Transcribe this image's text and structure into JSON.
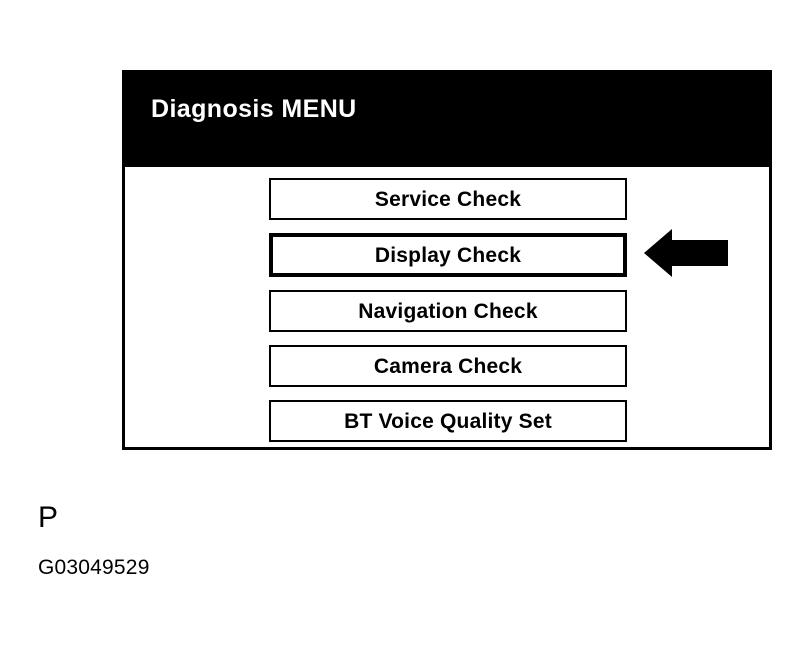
{
  "screen": {
    "title": "Diagnosis MENU",
    "header_bg": "#000000",
    "header_text_color": "#ffffff",
    "body_bg": "#ffffff",
    "border_color": "#000000",
    "menu_items": [
      {
        "label": "Service Check",
        "selected": false
      },
      {
        "label": "Display Check",
        "selected": true
      },
      {
        "label": "Navigation Check",
        "selected": false
      },
      {
        "label": "Camera Check",
        "selected": false
      },
      {
        "label": "BT Voice Quality Set",
        "selected": false
      }
    ]
  },
  "annotation": {
    "arrow_icon": "arrow-left-solid-icon",
    "arrow_direction": "left",
    "arrow_color": "#000000",
    "points_to": "Display Check"
  },
  "caption": {
    "letter": "P",
    "code": "G03049529"
  }
}
